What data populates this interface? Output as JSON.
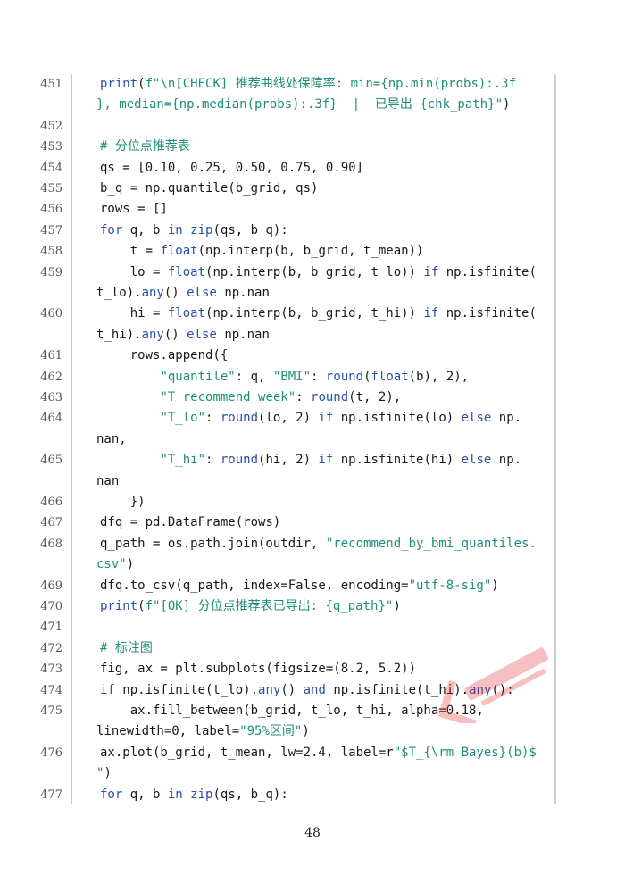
{
  "page_number": "48",
  "colors": {
    "keyword": "#2a4fa8",
    "string": "#1f8f78",
    "text": "#1a1a1a",
    "watermark": "#e02020"
  },
  "lines": [
    {
      "n": "451",
      "parts": [
        [
          "fn",
          "print"
        ],
        [
          "t",
          "("
        ],
        [
          "st",
          "f\"\\n[CHECK] 推荐曲线处保障率: min={np.min(probs):.3f"
        ]
      ],
      "cont": [
        [
          "st",
          "}, median={np.median(probs):.3f}  |  已导出 {chk_path}\""
        ],
        [
          "t",
          ")"
        ]
      ]
    },
    {
      "n": "452",
      "parts": []
    },
    {
      "n": "453",
      "parts": [
        [
          "cm",
          "# 分位点推荐表"
        ]
      ]
    },
    {
      "n": "454",
      "parts": [
        [
          "t",
          "qs = [0.10, 0.25, 0.50, 0.75, 0.90]"
        ]
      ]
    },
    {
      "n": "455",
      "parts": [
        [
          "t",
          "b_q = np.quantile(b_grid, qs)"
        ]
      ]
    },
    {
      "n": "456",
      "parts": [
        [
          "t",
          "rows = []"
        ]
      ]
    },
    {
      "n": "457",
      "parts": [
        [
          "kw",
          "for"
        ],
        [
          "t",
          " q, b "
        ],
        [
          "kw",
          "in"
        ],
        [
          "t",
          " "
        ],
        [
          "fn",
          "zip"
        ],
        [
          "t",
          "(qs, b_q):"
        ]
      ]
    },
    {
      "n": "458",
      "parts": [
        [
          "t",
          "    t = "
        ],
        [
          "fn",
          "float"
        ],
        [
          "t",
          "(np.interp(b, b_grid, t_mean))"
        ]
      ]
    },
    {
      "n": "459",
      "parts": [
        [
          "t",
          "    lo = "
        ],
        [
          "fn",
          "float"
        ],
        [
          "t",
          "(np.interp(b, b_grid, t_lo)) "
        ],
        [
          "kw",
          "if"
        ],
        [
          "t",
          " np.isfinite("
        ]
      ],
      "cont": [
        [
          "t",
          "t_lo)."
        ],
        [
          "fn",
          "any"
        ],
        [
          "t",
          "() "
        ],
        [
          "kw",
          "else"
        ],
        [
          "t",
          " np.nan"
        ]
      ]
    },
    {
      "n": "460",
      "parts": [
        [
          "t",
          "    hi = "
        ],
        [
          "fn",
          "float"
        ],
        [
          "t",
          "(np.interp(b, b_grid, t_hi)) "
        ],
        [
          "kw",
          "if"
        ],
        [
          "t",
          " np.isfinite("
        ]
      ],
      "cont": [
        [
          "t",
          "t_hi)."
        ],
        [
          "fn",
          "any"
        ],
        [
          "t",
          "() "
        ],
        [
          "kw",
          "else"
        ],
        [
          "t",
          " np.nan"
        ]
      ]
    },
    {
      "n": "461",
      "parts": [
        [
          "t",
          "    rows.append({"
        ]
      ]
    },
    {
      "n": "462",
      "parts": [
        [
          "t",
          "        "
        ],
        [
          "st",
          "\"quantile\""
        ],
        [
          "t",
          ": q, "
        ],
        [
          "st",
          "\"BMI\""
        ],
        [
          "t",
          ": "
        ],
        [
          "fn",
          "round"
        ],
        [
          "t",
          "("
        ],
        [
          "fn",
          "float"
        ],
        [
          "t",
          "(b), 2),"
        ]
      ]
    },
    {
      "n": "463",
      "parts": [
        [
          "t",
          "        "
        ],
        [
          "st",
          "\"T_recommend_week\""
        ],
        [
          "t",
          ": "
        ],
        [
          "fn",
          "round"
        ],
        [
          "t",
          "(t, 2),"
        ]
      ]
    },
    {
      "n": "464",
      "parts": [
        [
          "t",
          "        "
        ],
        [
          "st",
          "\"T_lo\""
        ],
        [
          "t",
          ": "
        ],
        [
          "fn",
          "round"
        ],
        [
          "t",
          "(lo, 2) "
        ],
        [
          "kw",
          "if"
        ],
        [
          "t",
          " np.isfinite(lo) "
        ],
        [
          "kw",
          "else"
        ],
        [
          "t",
          " np."
        ]
      ],
      "cont": [
        [
          "t",
          "nan,"
        ]
      ]
    },
    {
      "n": "465",
      "parts": [
        [
          "t",
          "        "
        ],
        [
          "st",
          "\"T_hi\""
        ],
        [
          "t",
          ": "
        ],
        [
          "fn",
          "round"
        ],
        [
          "t",
          "(hi, 2) "
        ],
        [
          "kw",
          "if"
        ],
        [
          "t",
          " np.isfinite(hi) "
        ],
        [
          "kw",
          "else"
        ],
        [
          "t",
          " np."
        ]
      ],
      "cont": [
        [
          "t",
          "nan"
        ]
      ]
    },
    {
      "n": "466",
      "parts": [
        [
          "t",
          "    })"
        ]
      ]
    },
    {
      "n": "467",
      "parts": [
        [
          "t",
          "dfq = pd.DataFrame(rows)"
        ]
      ]
    },
    {
      "n": "468",
      "parts": [
        [
          "t",
          "q_path = os.path.join(outdir, "
        ],
        [
          "st",
          "\"recommend_by_bmi_quantiles."
        ]
      ],
      "cont": [
        [
          "st",
          "csv\""
        ],
        [
          "t",
          ")"
        ]
      ]
    },
    {
      "n": "469",
      "parts": [
        [
          "t",
          "dfq.to_csv(q_path, index=False, encoding="
        ],
        [
          "st",
          "\"utf-8-sig\""
        ],
        [
          "t",
          ")"
        ]
      ]
    },
    {
      "n": "470",
      "parts": [
        [
          "fn",
          "print"
        ],
        [
          "t",
          "("
        ],
        [
          "st",
          "f\"[OK] 分位点推荐表已导出: {q_path}\""
        ],
        [
          "t",
          ")"
        ]
      ]
    },
    {
      "n": "471",
      "parts": []
    },
    {
      "n": "472",
      "parts": [
        [
          "cm",
          "# 标注图"
        ]
      ]
    },
    {
      "n": "473",
      "parts": [
        [
          "t",
          "fig, ax = plt.subplots(figsize=(8.2, 5.2))"
        ]
      ]
    },
    {
      "n": "474",
      "parts": [
        [
          "kw",
          "if"
        ],
        [
          "t",
          " np.isfinite(t_lo)."
        ],
        [
          "fn",
          "any"
        ],
        [
          "t",
          "() "
        ],
        [
          "kw",
          "and"
        ],
        [
          "t",
          " np.isfinite(t_hi)."
        ],
        [
          "fn",
          "any"
        ],
        [
          "t",
          "():"
        ]
      ]
    },
    {
      "n": "475",
      "parts": [
        [
          "t",
          "    ax.fill_between(b_grid, t_lo, t_hi, alpha=0.18,"
        ]
      ],
      "cont": [
        [
          "t",
          "linewidth=0, label="
        ],
        [
          "st",
          "\"95%区间\""
        ],
        [
          "t",
          ")"
        ]
      ]
    },
    {
      "n": "476",
      "parts": [
        [
          "t",
          "ax.plot(b_grid, t_mean, lw=2.4, label=r"
        ],
        [
          "st",
          "\"$T_{\\rm Bayes}(b)$"
        ]
      ],
      "cont": [
        [
          "st",
          "\""
        ],
        [
          "t",
          ")"
        ]
      ]
    },
    {
      "n": "477",
      "parts": [
        [
          "kw",
          "for"
        ],
        [
          "t",
          " q, b "
        ],
        [
          "kw",
          "in"
        ],
        [
          "t",
          " "
        ],
        [
          "fn",
          "zip"
        ],
        [
          "t",
          "(qs, b_q):"
        ]
      ]
    }
  ]
}
